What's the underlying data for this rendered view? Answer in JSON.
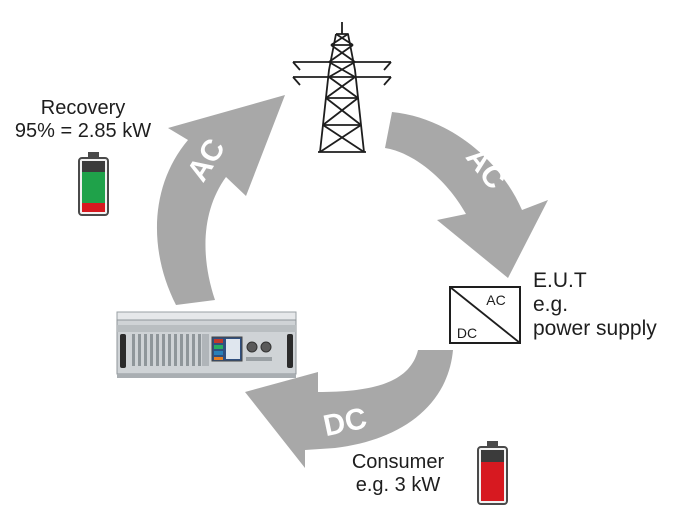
{
  "recovery": {
    "line1": "Recovery",
    "line2": "95% = 2.85 kW"
  },
  "eut": {
    "line1": "E.U.T",
    "line2": "e.g.",
    "line3": "power supply"
  },
  "consumer": {
    "line1": "Consumer",
    "line2": "e.g. 3 kW"
  },
  "arrows": {
    "left_ac": "AC",
    "right_ac": "AC",
    "bottom_dc": "DC"
  },
  "converter": {
    "ac": "AC",
    "dc": "DC"
  },
  "colors": {
    "arrow_fill": "#a8a8a8",
    "arrow_text": "#ffffff",
    "battery_green": "#1fa24a",
    "battery_red": "#d71920",
    "device_body": "#cfd3d6"
  },
  "icons": [
    "transmission-tower-icon",
    "battery-full-icon",
    "battery-low-icon",
    "converter-box-icon",
    "power-supply-device-icon"
  ]
}
